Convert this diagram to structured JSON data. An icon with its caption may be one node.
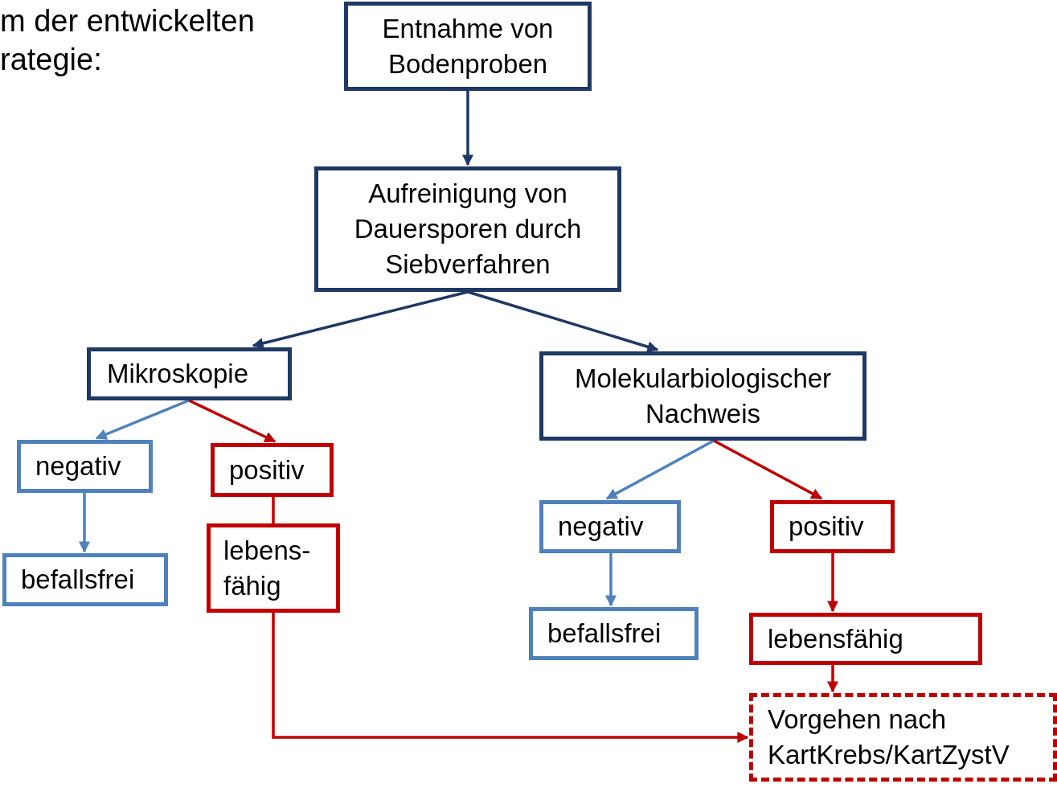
{
  "diagram": {
    "nodes": [
      {
        "text": [
          "Entnahme von Bodenproben"
        ]
      },
      {
        "text": [
          "Aufreinigung von Dauersporen durch Siebverfahren"
        ]
      },
      {
        "text": [
          "Mikroskopie"
        ]
      },
      {
        "text": [
          "Molekularbiologischer Nachweis"
        ]
      },
      {
        "text": [
          "negativ"
        ]
      },
      {
        "text": [
          "positiv"
        ]
      },
      {
        "text": [
          "befallsfrei"
        ]
      },
      {
        "text": [
          "lebens- fähig"
        ]
      },
      {
        "text": [
          "negativ"
        ]
      },
      {
        "text": [
          "positiv"
        ]
      },
      {
        "text": [
          "befallsfrei"
        ]
      },
      {
        "text": [
          "lebensfähig"
        ]
      },
      {
        "text": [
          "Vorgehen nach KartKrebs/KartZystV"
        ]
      }
    ],
    "edges": [
      {
        "from": 0,
        "to": 1,
        "arrow": "to",
        "color": "#1f3864"
      },
      {
        "from": 1,
        "to": 2,
        "arrow": "to",
        "color": "#1f3864"
      },
      {
        "from": 1,
        "to": 3,
        "arrow": "to",
        "color": "#1f3864"
      },
      {
        "from": 2,
        "to": 4,
        "arrow": "to",
        "color": "#4f81bd"
      },
      {
        "from": 2,
        "to": 5,
        "arrow": "to",
        "color": "#c00000"
      },
      {
        "from": 4,
        "to": 6,
        "arrow": "to",
        "color": "#4f81bd"
      },
      {
        "from": 5,
        "to": 7,
        "arrow": "none",
        "color": "#c00000"
      },
      {
        "from": 7,
        "to": 12,
        "arrow": "to",
        "color": "#c00000"
      },
      {
        "from": 3,
        "to": 8,
        "arrow": "to",
        "color": "#4f81bd"
      },
      {
        "from": 3,
        "to": 9,
        "arrow": "to",
        "color": "#c00000"
      },
      {
        "from": 8,
        "to": 10,
        "arrow": "to",
        "color": "#4f81bd"
      },
      {
        "from": 9,
        "to": 11,
        "arrow": "to",
        "color": "#c00000"
      },
      {
        "from": 11,
        "to": 12,
        "arrow": "to",
        "color": "#c00000"
      }
    ],
    "labels": [
      "m der entwickelten rategie:"
    ]
  }
}
